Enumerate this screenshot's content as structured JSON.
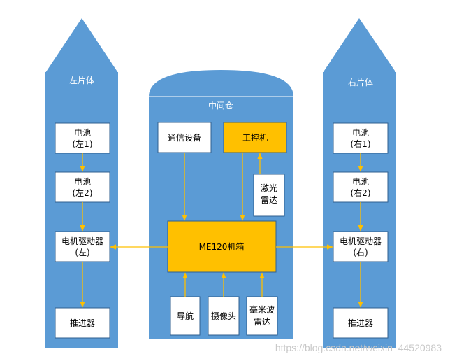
{
  "diagram": {
    "colors": {
      "panel": "#5b9bd5",
      "box_border": "#2f5f8f",
      "box_white": "#ffffff",
      "box_gold": "#ffc000",
      "arrow": "#ffc000",
      "text": "#000000",
      "title_text": "#ffffff"
    },
    "left": {
      "title": "左片体",
      "battery1": [
        "电池",
        "(左1)"
      ],
      "battery2": [
        "电池",
        "(左2)"
      ],
      "driver": [
        "电机驱动器",
        "(左)"
      ],
      "thruster": "推进器"
    },
    "middle": {
      "title": "中间仓",
      "comm": "通信设备",
      "ipc": "工控机",
      "lidar": [
        "激光",
        "雷达"
      ],
      "chassis": "ME120机箱",
      "nav": "导航",
      "camera": "摄像头",
      "mmwave": [
        "毫米波",
        "雷达"
      ]
    },
    "right": {
      "title": "右片体",
      "battery1": [
        "电池",
        "(右1)"
      ],
      "battery2": [
        "电池",
        "(右2)"
      ],
      "driver": [
        "电机驱动器",
        "(右)"
      ],
      "thruster": "推进器"
    },
    "watermark": "https://blog.csdn.net/weixin_44520983"
  }
}
